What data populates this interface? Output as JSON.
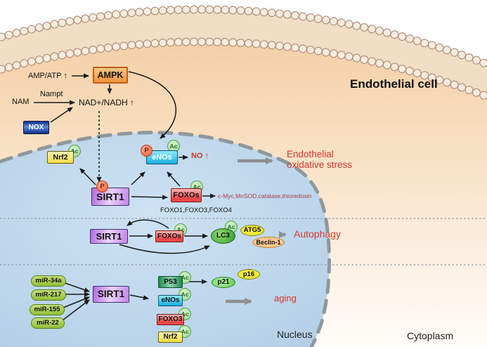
{
  "title": "Endothelial cell",
  "regions": {
    "nucleus": "Nucleus",
    "cytoplasm": "Cytoplasm"
  },
  "badges": {
    "phospho": "P",
    "acetyl": "Ac"
  },
  "upstream": {
    "amp_atp": "AMP/ATP ↑",
    "ampk": "AMPK",
    "nam": "NAM",
    "nampt": "Nampt",
    "nad_nadh": "NAD+/NADH ↑",
    "nox": "NOX"
  },
  "oxidative_band": {
    "nrf2": "Nrf2",
    "sirt1": "SIRT1",
    "enos": "eNOs",
    "no_up": "NO ↑",
    "foxos": "FOXOs",
    "foxo_targets": "c-Myc,MnSOD,catalase,thioredoxin",
    "foxo_isoforms": "FOXO1,FOXO3,FOXO4",
    "outcome": [
      "Endothelial",
      "oxidative stress"
    ]
  },
  "autophagy_band": {
    "sirt1": "SIRT1",
    "foxos": "FOXOs",
    "lc3": "LC3",
    "atg5": "ATG5",
    "beclin1": "Beclin-1",
    "outcome": "Autophagy"
  },
  "aging_band": {
    "mirs": [
      "miR-34a",
      "miR-217",
      "miR-155",
      "miR-22"
    ],
    "sirt1": "SIRT1",
    "p53": "P53",
    "enos": "eNOs",
    "foxo3": "FOXO3",
    "nrf2": "Nrf2",
    "p21": "p21",
    "p16": "p16",
    "outcome": "aging"
  },
  "colors": {
    "outcome_red": "#d4372c",
    "target_list_red": "#a83a48",
    "nucleus_blue": "#b6d2e9",
    "cytoplasm_peach": "#f7d9b8",
    "membrane_bead": "#f8ece0",
    "ampk_orange": "#f0923a",
    "nox_blue": "#2a52b8",
    "sirt1_purple": "#c98df0",
    "enos_cyan": "#2cc4ef",
    "foxo_red": "#ee4646",
    "nrf2_yellow": "#f6dc40",
    "p53_green": "#2f9e62",
    "lc3_green": "#46b546",
    "atg5_yellow": "#f0ea38",
    "beclin_orange": "#f9c892",
    "p21_green": "#8ae478",
    "p16_yellow": "#e9e232",
    "mir_green": "#9cc444",
    "phospho_badge": "#f25a38",
    "acetyl_badge": "#abe2a2",
    "gray_arrow": "#8f8f8f"
  }
}
